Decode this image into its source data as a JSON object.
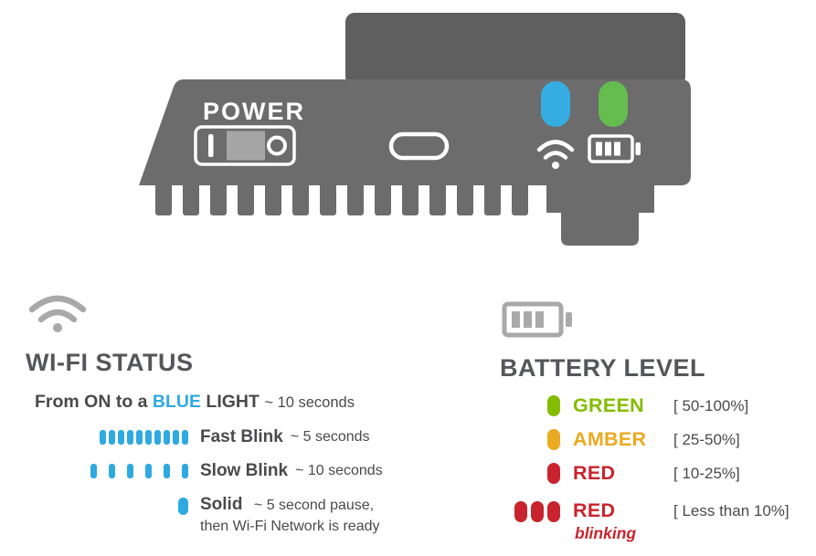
{
  "colors": {
    "device_body": "#6C6C6C",
    "device_tab": "#5F5F5F",
    "blue": "#2FA9E0",
    "amber": "#EAAA21",
    "red": "#C9242D",
    "gray_icon": "#A9A9A9",
    "text_dark": "#4A4A4C"
  },
  "device": {
    "power_label": "POWER",
    "wifi_led_color": "#35ADE3",
    "battery_led_color": "#66BD4F"
  },
  "wifi_status": {
    "title": "WI-FI STATUS",
    "bar_color": "#2FA9E0",
    "intro": {
      "text_before": "From ON to a ",
      "highlight": "BLUE",
      "text_after": " LIGHT ",
      "duration": "~ 10 seconds"
    },
    "rows": [
      {
        "label": "Fast  Blink",
        "duration": "~  5 seconds",
        "bars": 10
      },
      {
        "label": "Slow Blink",
        "duration": "~ 10 seconds",
        "bars": 6
      },
      {
        "label": "Solid",
        "duration": "~ 5 second pause,",
        "note": "then Wi-Fi Network is ready",
        "bars": 1
      }
    ]
  },
  "battery_level": {
    "title": "BATTERY LEVEL",
    "rows": [
      {
        "label": "GREEN",
        "range": "[ 50-100%]",
        "color": "#84BD00",
        "pills": 1
      },
      {
        "label": "AMBER",
        "range": "[ 25-50%]",
        "color": "#EAAA21",
        "pills": 1
      },
      {
        "label": "RED",
        "range": "[ 10-25%]",
        "color": "#C9242D",
        "pills": 1
      },
      {
        "label": "RED",
        "range": "[ Less than 10%]",
        "color": "#C9242D",
        "pills": 3,
        "sub_label": "blinking"
      }
    ]
  }
}
